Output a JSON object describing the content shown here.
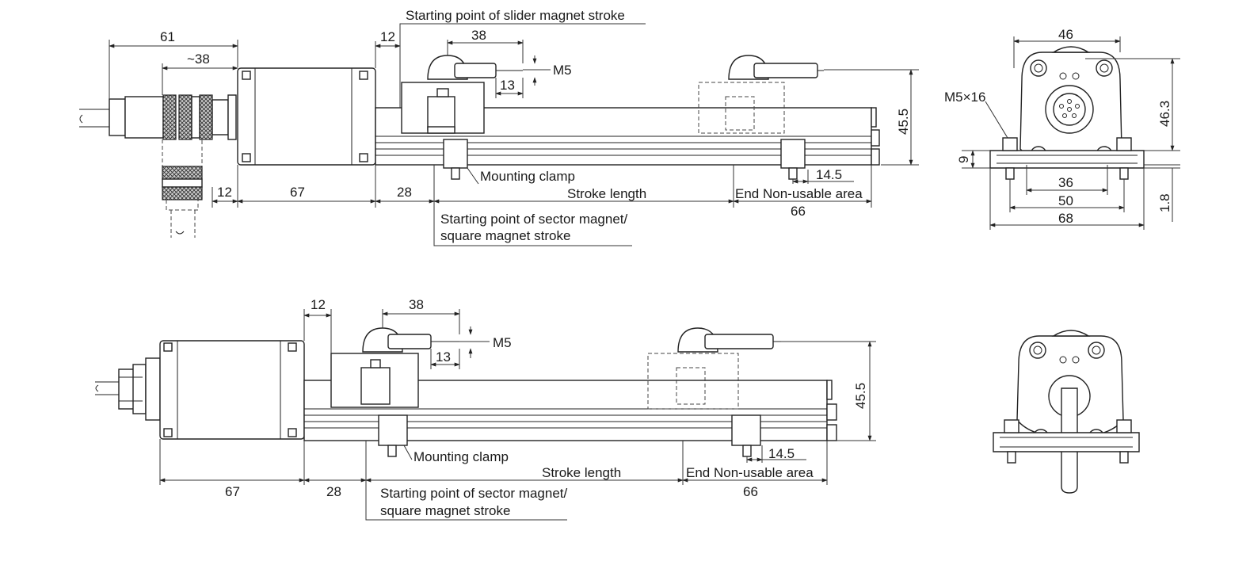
{
  "top_view": {
    "slider_start_label": "Starting point of slider magnet stroke",
    "dims": {
      "d61": "61",
      "d38_conn": "~38",
      "d12_top": "12",
      "d38_slider": "38",
      "d13": "13",
      "d12_cable": "12",
      "d67": "67",
      "d28": "28",
      "d14_5": "14.5",
      "d66": "66",
      "d45_5": "45.5"
    },
    "m5_label": "M5",
    "mounting_clamp_label": "Mounting clamp",
    "stroke_length_label": "Stroke length",
    "end_nonusable_label": "End Non-usable area",
    "sector_start_line1": "Starting point of sector magnet/",
    "sector_start_line2": "square magnet stroke"
  },
  "end_view": {
    "dims": {
      "d46": "46",
      "d46_3": "46.3",
      "d9": "9",
      "d36": "36",
      "d50": "50",
      "d68": "68",
      "d1_8": "1.8"
    },
    "screw_label": "M5×16"
  },
  "bottom_view": {
    "dims": {
      "d12": "12",
      "d38": "38",
      "d13": "13",
      "d45_5": "45.5",
      "d14_5": "14.5",
      "d67": "67",
      "d28": "28",
      "d66": "66"
    },
    "m5_label": "M5",
    "mounting_clamp_label": "Mounting clamp",
    "stroke_length_label": "Stroke length",
    "end_nonusable_label": "End Non-usable area",
    "sector_start_line1": "Starting point of sector magnet/",
    "sector_start_line2": "square magnet stroke"
  }
}
